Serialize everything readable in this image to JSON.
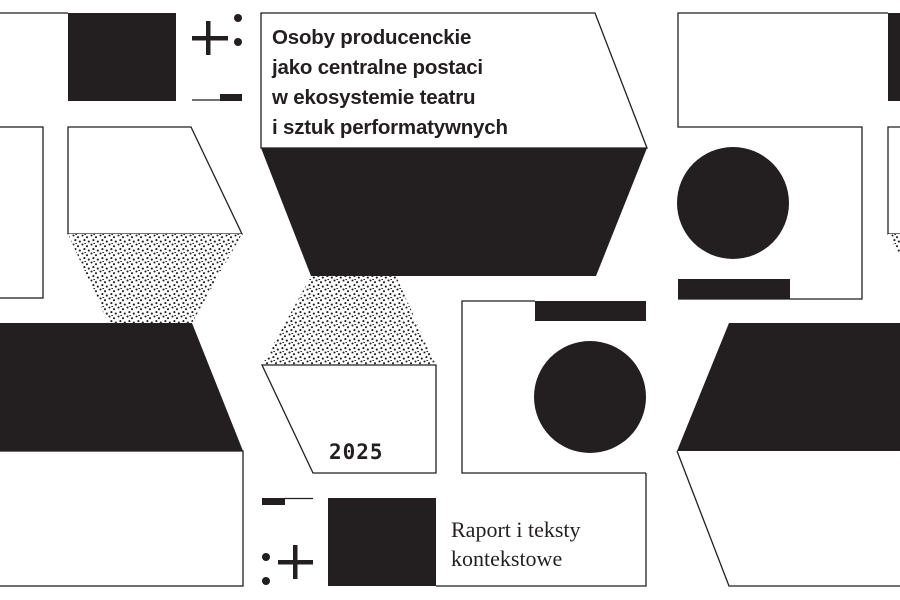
{
  "cover": {
    "title_lines": [
      "Osoby producenckie",
      "jako centralne postaci",
      "w ekosystemie teatru",
      "i sztuk performatywnych"
    ],
    "year": "2025",
    "subtitle_lines": [
      "Raport i teksty",
      "kontekstowe"
    ]
  },
  "colors": {
    "ink": "#231f20",
    "paper": "#ffffff"
  }
}
